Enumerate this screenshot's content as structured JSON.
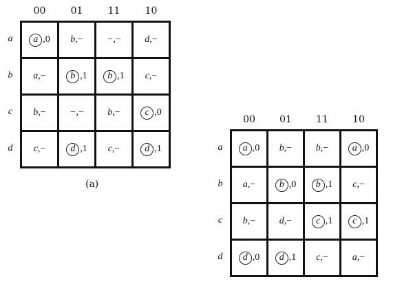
{
  "table_a": {
    "columns": [
      "00",
      "01",
      "11",
      "10"
    ],
    "rows": [
      {
        "label": "a",
        "cells": [
          {
            "state": "a",
            "output": "0",
            "stable": true
          },
          {
            "state": "b",
            "output": "−",
            "stable": false
          },
          {
            "state": "−",
            "output": "−",
            "stable": false
          },
          {
            "state": "d",
            "output": "−",
            "stable": false
          }
        ]
      },
      {
        "label": "b",
        "cells": [
          {
            "state": "a",
            "output": "−",
            "stable": false
          },
          {
            "state": "b",
            "output": "1",
            "stable": true
          },
          {
            "state": "b",
            "output": "1",
            "stable": true
          },
          {
            "state": "c",
            "output": "−",
            "stable": false
          }
        ]
      },
      {
        "label": "c",
        "cells": [
          {
            "state": "b",
            "output": "−",
            "stable": false
          },
          {
            "state": "−",
            "output": "−",
            "stable": false
          },
          {
            "state": "b",
            "output": "−",
            "stable": false
          },
          {
            "state": "c",
            "output": "0",
            "stable": true
          }
        ]
      },
      {
        "label": "d",
        "cells": [
          {
            "state": "c",
            "output": "−",
            "stable": false
          },
          {
            "state": "d",
            "output": "1",
            "stable": true
          },
          {
            "state": "c",
            "output": "−",
            "stable": false
          },
          {
            "state": "d",
            "output": "1",
            "stable": true
          }
        ]
      }
    ],
    "caption": "(a)"
  },
  "table_b": {
    "columns": [
      "00",
      "01",
      "11",
      "10"
    ],
    "rows": [
      {
        "label": "a",
        "cells": [
          {
            "state": "a",
            "output": "0",
            "stable": true
          },
          {
            "state": "b",
            "output": "−",
            "stable": false
          },
          {
            "state": "b",
            "output": "−",
            "stable": false
          },
          {
            "state": "a",
            "output": "0",
            "stable": true
          }
        ]
      },
      {
        "label": "b",
        "cells": [
          {
            "state": "a",
            "output": "−",
            "stable": false
          },
          {
            "state": "b",
            "output": "0",
            "stable": true
          },
          {
            "state": "b",
            "output": "1",
            "stable": true
          },
          {
            "state": "c",
            "output": "−",
            "stable": false
          }
        ]
      },
      {
        "label": "c",
        "cells": [
          {
            "state": "b",
            "output": "−",
            "stable": false
          },
          {
            "state": "d",
            "output": "−",
            "stable": false
          },
          {
            "state": "c",
            "output": "1",
            "stable": true
          },
          {
            "state": "c",
            "output": "1",
            "stable": true
          }
        ]
      },
      {
        "label": "d",
        "cells": [
          {
            "state": "d",
            "output": "0",
            "stable": true
          },
          {
            "state": "d",
            "output": "1",
            "stable": true
          },
          {
            "state": "c",
            "output": "−",
            "stable": false
          },
          {
            "state": "a",
            "output": "−",
            "stable": false
          }
        ]
      }
    ]
  }
}
